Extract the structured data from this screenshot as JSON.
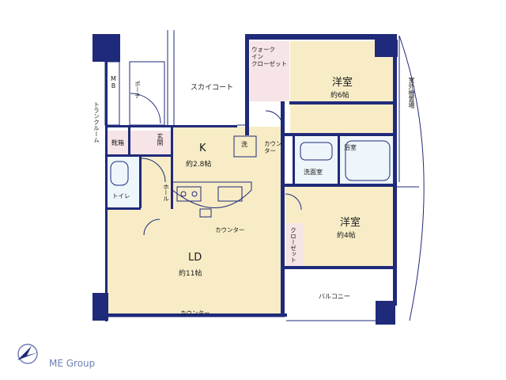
{
  "rooms": {
    "western1": {
      "name": "洋室",
      "area": "約6帖"
    },
    "western2": {
      "name": "洋室",
      "area": "約4帖"
    },
    "kitchen": {
      "name": "K",
      "area": "約2.8帖"
    },
    "ld": {
      "name": "LD",
      "area": "約11帖"
    }
  },
  "labels": {
    "walkin_closet": "ウォークインクローゼット",
    "walkin_closet_line1": "ウォーク",
    "walkin_closet_line2": "イン",
    "walkin_closet_line3": "クローゼット",
    "sky_court": "スカイコート",
    "porch": "ポーチ",
    "trunk_room": "トランクルーム",
    "mb": "MB",
    "outdoor_unit": "室外機置場",
    "shoe_box": "靴箱",
    "entrance": "玄関",
    "washer": "洗",
    "counter_small": "カウンター",
    "bathroom": "浴室",
    "washroom": "洗面室",
    "toilet": "トイレ",
    "hall": "ホール",
    "counter_kitchen": "カウンター",
    "closet": "クローゼット",
    "balcony": "バルコニー",
    "counter_bottom": "カウンター"
  },
  "colors": {
    "wall": "#1f2a7a",
    "floor_main": "#f7ecc6",
    "floor_wet": "#eef6fb",
    "floor_entry": "#f6e4e6",
    "closet": "#f6e4e6",
    "logo": "#6f7fb8"
  },
  "logo": {
    "text": "ME Group"
  }
}
